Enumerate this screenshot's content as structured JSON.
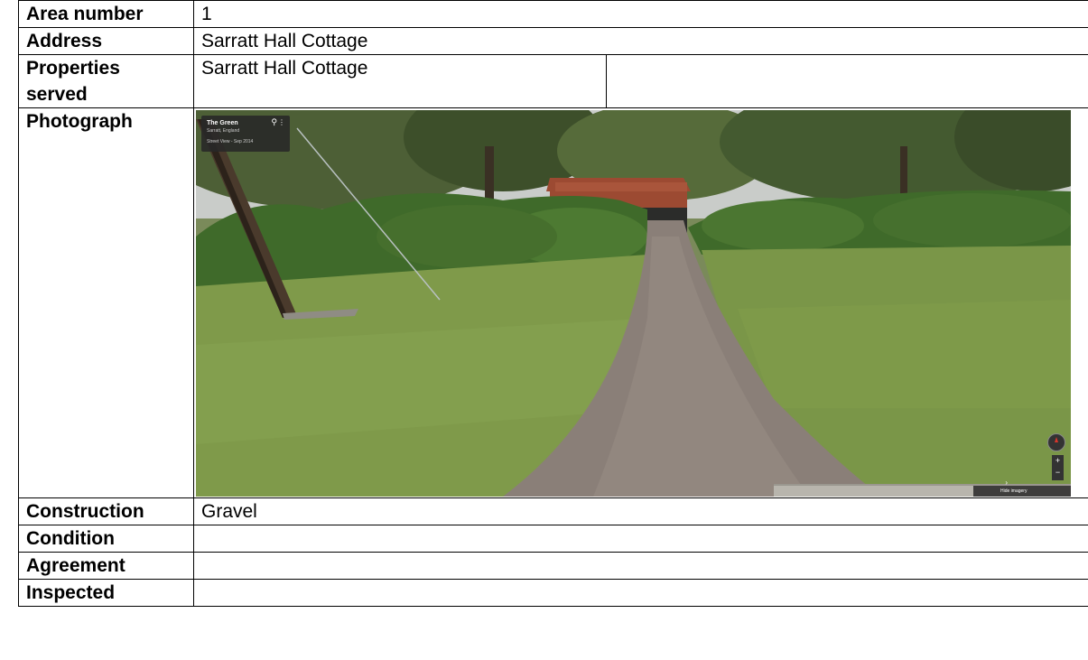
{
  "table": {
    "area_number": {
      "label": "Area number",
      "value": "1"
    },
    "address": {
      "label": "Address",
      "value": "Sarratt Hall Cottage"
    },
    "properties_served": {
      "label_line1": "Properties",
      "label_line2": "served",
      "value": "Sarratt Hall Cottage",
      "value2": ""
    },
    "photograph": {
      "label": "Photograph"
    },
    "construction": {
      "label": "Construction",
      "value": "Gravel"
    },
    "condition": {
      "label": "Condition",
      "value": ""
    },
    "agreement": {
      "label": "Agreement",
      "value": ""
    },
    "inspected": {
      "label": "Inspected",
      "value": ""
    }
  },
  "photo_overlay": {
    "place_title": "The Green",
    "place_subtitle": "Sarratt, England",
    "imagery_date": "Street View - Sep 2014",
    "footer_label": "Hide imagery",
    "zoom_in": "+",
    "zoom_out": "−",
    "pin_icon": "location-pin-icon",
    "compass_icon": "compass-icon"
  },
  "colors": {
    "border": "#000000",
    "grass": "#7f9a4a",
    "hedge": "#3f6a2a",
    "sky": "#c9ccc9",
    "roof": "#9c4a32",
    "gravel": "#8a7f78"
  }
}
